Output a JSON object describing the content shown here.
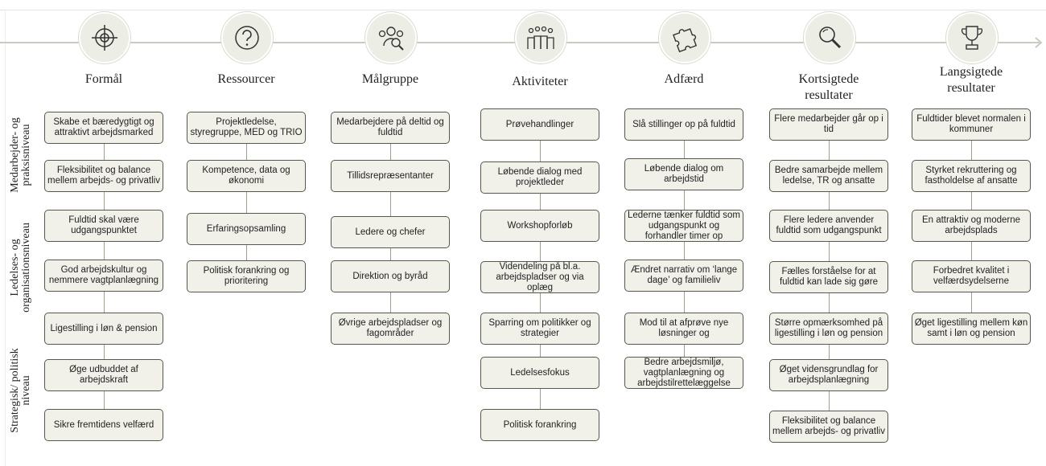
{
  "columns": [
    {
      "title": "Formål",
      "icon": "target-icon",
      "items": [
        "Skabe et bæredygtigt og attraktivt arbejdsmarked",
        "Fleksibilitet og balance mellem arbejds- og privatliv",
        "Fuldtid skal være udgangspunktet",
        "God arbejdskultur og nemmere vagtplanlægning",
        "Ligestilling i løn & pension",
        "Øge udbuddet af arbejdskraft",
        "Sikre fremtidens velfærd"
      ]
    },
    {
      "title": "Ressourcer",
      "icon": "question-icon",
      "items": [
        "Projektledelse, styregruppe, MED og TRIO",
        "Kompetence, data og økonomi",
        "Erfaringsopsamling",
        "Politisk forankring og prioritering"
      ]
    },
    {
      "title": "Målgruppe",
      "icon": "people-search-icon",
      "items": [
        "Medarbejdere på deltid og fuldtid",
        "Tillidsrepræsentanter",
        "Ledere og chefer",
        "Direktion og byråd",
        "Øvrige arbejdspladser og fagområder"
      ]
    },
    {
      "title": "Aktiviteter",
      "icon": "group-icon",
      "items": [
        "Prøvehandlinger",
        "Løbende dialog med projektleder",
        "Workshopforløb",
        "Videndeling på bl.a. arbejdspladser og via oplæg",
        "Sparring om politikker og strategier",
        "Ledelsesfokus",
        "Politisk forankring"
      ]
    },
    {
      "title": "Adfærd",
      "icon": "puzzle-icon",
      "items": [
        "Slå stillinger op på fuldtid",
        "Løbende dialog om arbejdstid",
        "Lederne tænker fuldtid som udgangspunkt og forhandler timer op",
        "Ændret narrativ om ‘lange dage’ og familieliv",
        "Mod til at afprøve nye løsninger og",
        "Bedre arbejdsmiljø, vagtplanlægning og arbejdstilrettelæggelse"
      ]
    },
    {
      "title": "Kortsigtede resultater",
      "icon": "magnifier-icon",
      "items": [
        "Flere medarbejder går op i tid",
        "Bedre samarbejde mellem ledelse, TR og ansatte",
        "Flere ledere anvender fuldtid som udgangspunkt",
        "Fælles forståelse for at fuldtid kan lade sig gøre",
        "Større opmærksomhed på ligestilling i løn og pension",
        "Øget vidensgrundlag for arbejdsplanlægning",
        "Fleksibilitet og balance mellem arbejds- og privatliv"
      ]
    },
    {
      "title": "Langsigtede resultater",
      "icon": "trophy-icon",
      "items": [
        "Fuldtider blevet normalen i kommuner",
        "Styrket rekruttering og fastholdelse af ansatte",
        "En attraktiv og moderne arbejdsplads",
        "Forbedret kvalitet i velfærdsydelserne",
        "Øget ligestilling mellem køn samt i løn og pension"
      ]
    }
  ],
  "levels": [
    "Medarbejder- og praksisniveau",
    "Ledelses- og organisationsniveau",
    "Strategisk/ politisk niveau"
  ],
  "colors": {
    "box_fill": "#f1f1ea",
    "box_border": "#55594c",
    "icon_circle": "#ecede4",
    "timeline": "#c9cbc0"
  }
}
